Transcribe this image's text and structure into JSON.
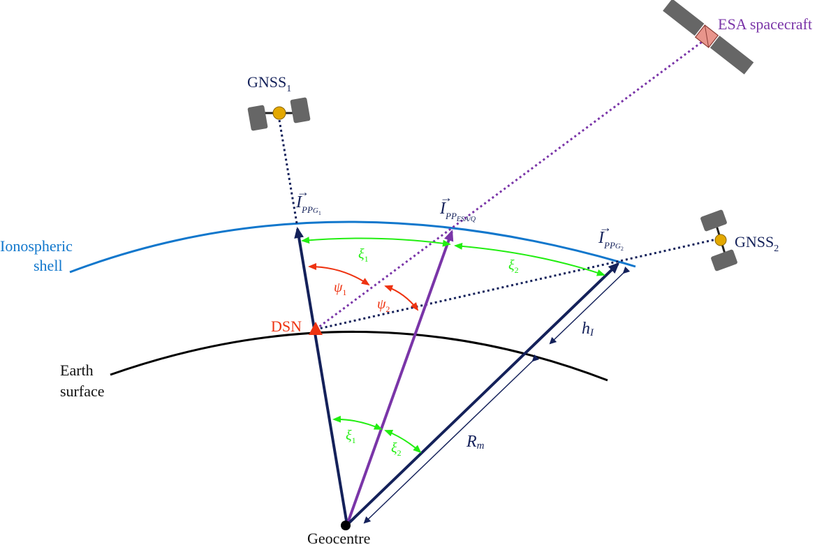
{
  "labels": {
    "esa_spacecraft": "ESA spacecraft",
    "gnss1": "GNSS",
    "gnss1_sub": "1",
    "gnss2": "GNSS",
    "gnss2_sub": "2",
    "ionospheric_shell_line1": "Ionospheric",
    "ionospheric_shell_line2": "shell",
    "earth_surface_line1": "Earth",
    "earth_surface_line2": "surface",
    "dsn": "DSN",
    "geocentre": "Geocentre",
    "h_i": "h",
    "h_i_sub": "I",
    "r_m": "R",
    "r_m_sub": "m",
    "ipp_main": "I",
    "ipp_pp": "PP",
    "ipp_g": "G",
    "ipp_g1_sub": "1",
    "ipp_g2_sub": "2",
    "ipp_esa_sub": "ESA/Q",
    "psi": "ψ",
    "psi1_sub": "1",
    "psi2_sub": "2",
    "xi": "ξ",
    "xi1_sub": "1",
    "xi2_sub": "2"
  },
  "colors": {
    "navy": "#14215a",
    "purple": "#7a35a8",
    "blue_shell": "#1177cc",
    "earth": "#000000",
    "red": "#ee3311",
    "green": "#22ee11",
    "gray_panel": "#666666",
    "gold": "#e3a800",
    "esa_body": "#e8958c"
  }
}
